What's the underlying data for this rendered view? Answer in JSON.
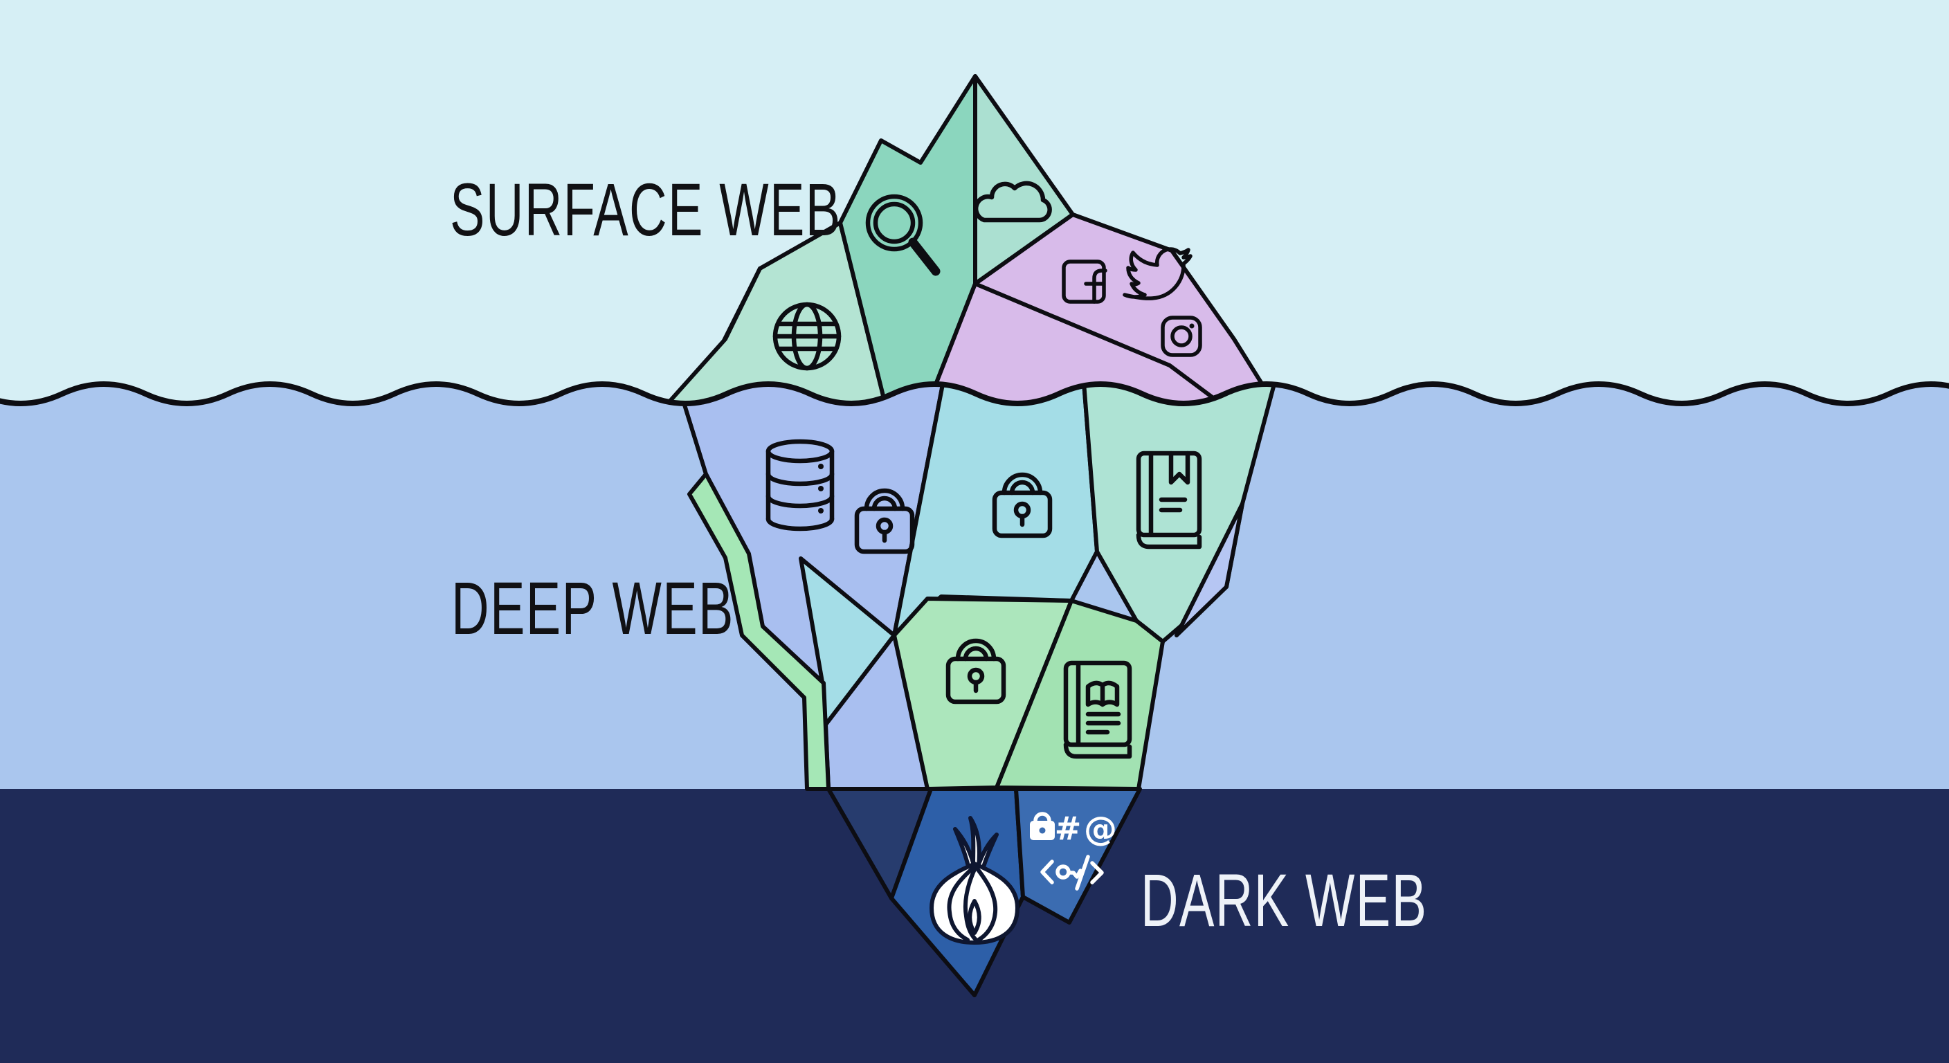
{
  "title": "Iceberg diagram of the layers of the web",
  "zones": {
    "surface": {
      "label": "SURFACE WEB",
      "band_color": "#d6eff5",
      "text_color": "#111114",
      "icons": [
        "search",
        "cloud",
        "facebook",
        "twitter",
        "instagram",
        "globe"
      ]
    },
    "deep": {
      "label": "DEEP WEB",
      "band_color": "#aac6ee",
      "text_color": "#111114",
      "icons": [
        "database",
        "padlock",
        "padlock",
        "book-closed",
        "padlock",
        "book-open"
      ]
    },
    "dark": {
      "label": "DARK WEB",
      "band_color": "#1f2b58",
      "text_color": "#eef2f8",
      "icons": [
        "tor-onion",
        "padlock-white",
        "hash",
        "at-sign",
        "code-key"
      ],
      "symbols": {
        "hash": "#",
        "at": "@"
      }
    }
  },
  "palette": {
    "outline": "#0d0d12",
    "facet_mint_light": "#b4e4d3",
    "facet_mint_dark": "#8bd6be",
    "facet_mint_cloud": "#abe0d1",
    "facet_purple": "#d8bbea",
    "facet_purple_small": "#d2b2e4",
    "facet_periwinkle": "#a9bff0",
    "facet_cyan": "#a4dde7",
    "facet_mint_book": "#aee3d4",
    "facet_green": "#a5e7b6",
    "facet_green_lock": "#ace6bc",
    "facet_green_book": "#a2e2b2",
    "facet_navy_left": "#273c6e",
    "facet_blue_onion": "#2d5fa8",
    "facet_blue_symbols": "#3b6cb1",
    "onion_fill": "#ffffff"
  }
}
